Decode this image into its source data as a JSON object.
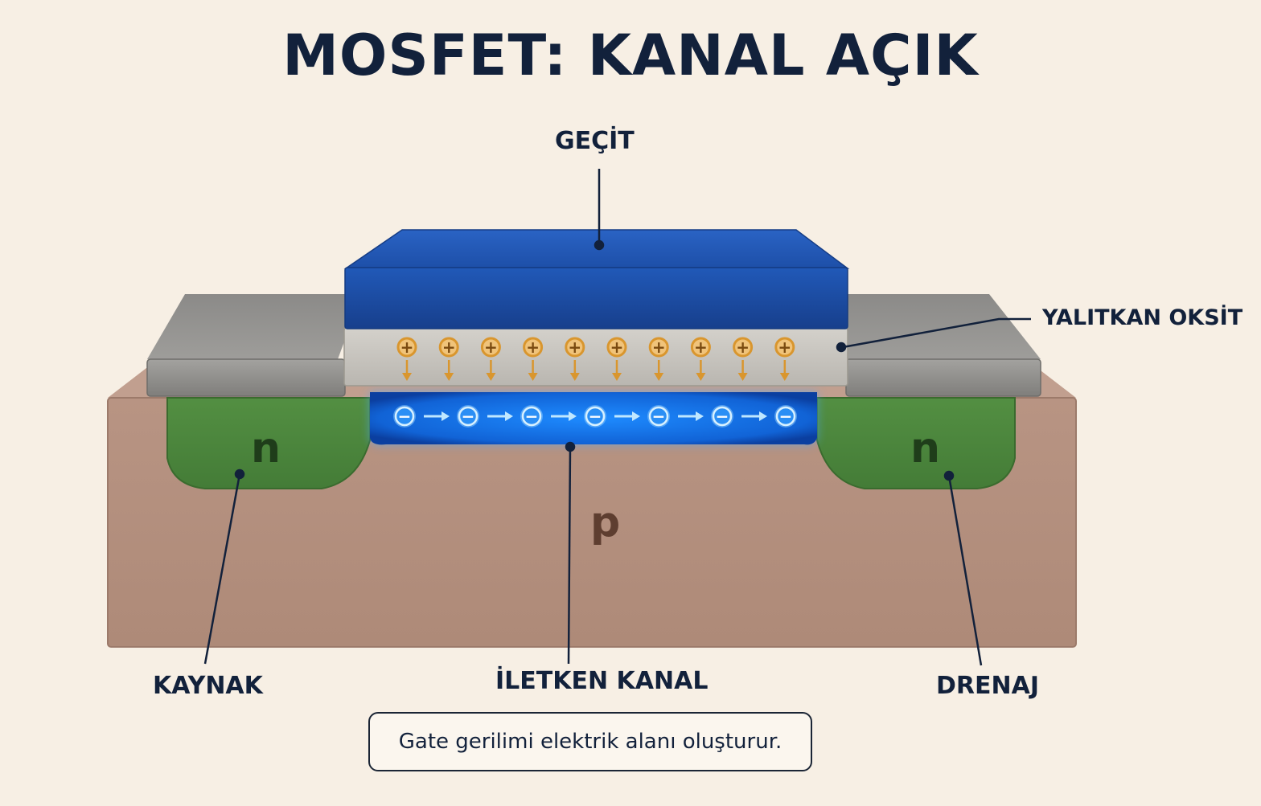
{
  "title": "MOSFET: KANAL AÇIK",
  "labels": {
    "gate": "GEÇİT",
    "oxide": "YALITKAN OKSİT",
    "source": "KAYNAK",
    "channel": "İLETKEN KANAL",
    "drain": "DRENAJ"
  },
  "regions": {
    "source_type": "n",
    "drain_type": "n",
    "substrate_type": "p"
  },
  "caption": "Gate gerilimi elektrik alanı oluşturur.",
  "symbols": {
    "hole": "+",
    "electron": "−"
  },
  "colors": {
    "gate": "#1f55b5",
    "oxide": "#c9c6c0",
    "metal_contact": "#8c8b89",
    "n_region": "#4e8a3e",
    "p_substrate": "#b99484",
    "channel": "#1e8bff",
    "hole_charge": "#d9962e",
    "text": "#12213b"
  }
}
